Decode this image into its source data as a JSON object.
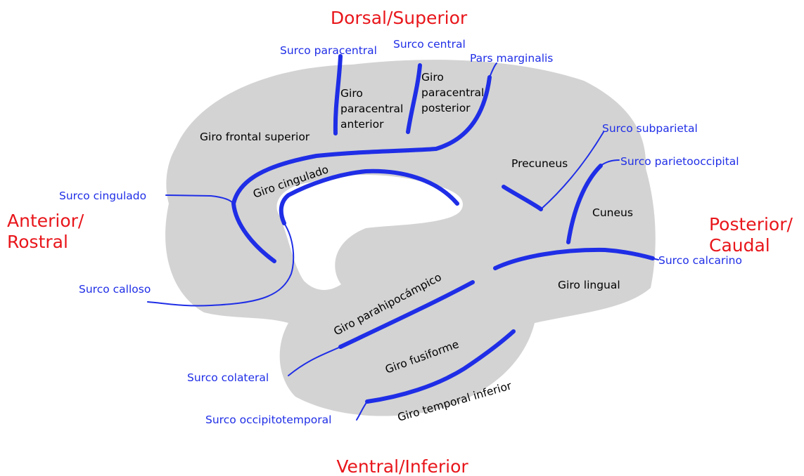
{
  "colors": {
    "direction": "#e8161b",
    "sulcus": "#1f2ee6",
    "gyrus": "#000000",
    "brain_fill": "#d3d3d3"
  },
  "directions": {
    "dorsal": "Dorsal/Superior",
    "ventral": "Ventral/Inferior",
    "anterior_1": "Anterior/",
    "anterior_2": "Rostral",
    "posterior_1": "Posterior/",
    "posterior_2": "Caudal"
  },
  "sulci": {
    "paracentral": "Surco paracentral",
    "central": "Surco central",
    "pars_marginalis": "Pars marginalis",
    "subparietal": "Surco subparietal",
    "parietooccipital": "Surco parietooccipital",
    "cingulado": "Surco cingulado",
    "calloso": "Surco calloso",
    "calcarino": "Surco calcarino",
    "colateral": "Surco colateral",
    "occipitotemporal": "Surco occipitotemporal"
  },
  "gyri": {
    "paracentral_anterior_1": "Giro",
    "paracentral_anterior_2": "paracentral",
    "paracentral_anterior_3": "anterior",
    "paracentral_posterior_1": "Giro",
    "paracentral_posterior_2": "paracentral",
    "paracentral_posterior_3": "posterior",
    "frontal_superior": "Giro frontal superior",
    "cingulado": "Giro cingulado",
    "precuneus": "Precuneus",
    "cuneus": "Cuneus",
    "lingual": "Giro lingual",
    "parahipocampico": "Giro parahipocámpico",
    "fusiforme": "Giro fusiforme",
    "temporal_inferior": "Giro temporal inferior"
  }
}
